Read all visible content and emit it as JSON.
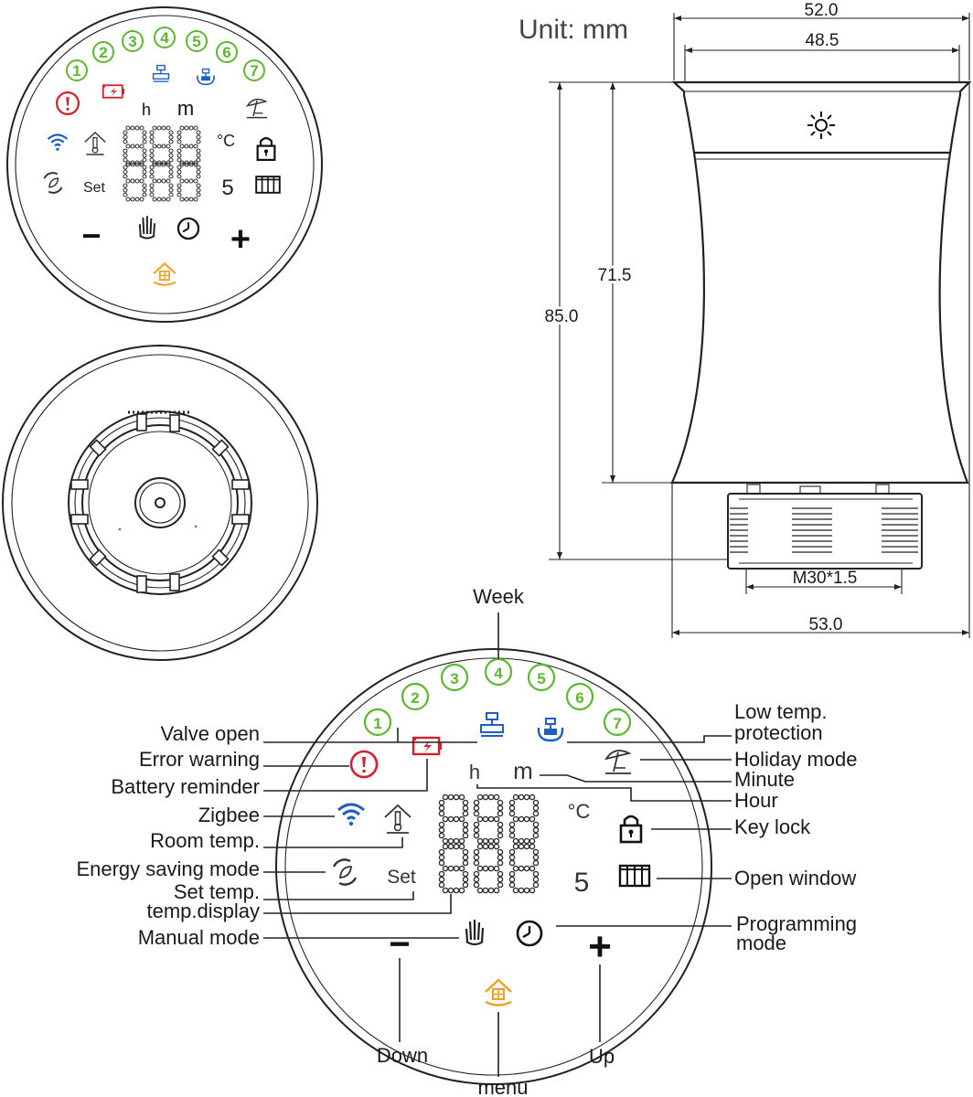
{
  "unit_label": "Unit: mm",
  "colors": {
    "green": "#5cb82e",
    "red": "#d61f2a",
    "blue": "#1e5fc6",
    "orange": "#f0a01e",
    "ink": "#1a1a1a"
  },
  "day_numbers": [
    "1",
    "2",
    "3",
    "4",
    "5",
    "6",
    "7"
  ],
  "display_glyphs": {
    "hour": "h",
    "minute": "m",
    "celsius": "°C",
    "half": "5",
    "set": "Set",
    "minus": "−",
    "plus": "+"
  },
  "dimensions": {
    "top_outer": "52.0",
    "top_inner": "48.5",
    "body_height": "71.5",
    "total_height": "85.0",
    "thread": "M30*1.5",
    "bottom_width": "53.0"
  },
  "labels": {
    "week": "Week",
    "valve_open": "Valve open",
    "error_warning": "Error warning",
    "battery_reminder": "Battery reminder",
    "zigbee": "Zigbee",
    "room_temp": "Room temp.",
    "energy_saving": "Energy saving mode",
    "set_temp_1": "Set temp.",
    "set_temp_2": "temp.display",
    "manual_mode": "Manual mode",
    "low_temp_1": "Low temp.",
    "low_temp_2": "protection",
    "holiday_mode": "Holiday mode",
    "minute": "Minute",
    "hour": "Hour",
    "key_lock": "Key lock",
    "open_window": "Open window",
    "programming_1": "Programming",
    "programming_2": "mode",
    "down": "Down",
    "up": "Up",
    "menu": "menu"
  },
  "legend_colors": {
    "day_circles": "green",
    "error_icon": "red",
    "battery_icon": "red",
    "valve_icon": "blue",
    "zigbee_icon": "blue",
    "home_icon": "orange"
  }
}
